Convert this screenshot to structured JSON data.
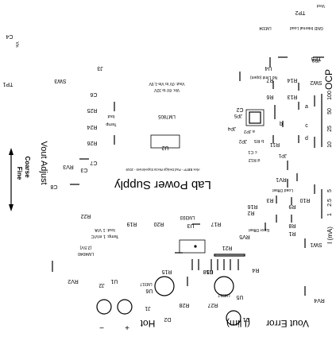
{
  "board": {
    "title": "Lab Power Supply",
    "subtitle": "Alex BBTP - Pad Design Recto Experiment - 2019",
    "vin_note": "Vin: 6V to 32V",
    "vout_note": "Vout: 0V to Vin-1.9V",
    "vout_adjust": "Vout Adjust",
    "coarse": "Coarse",
    "fine": "Fine",
    "vout_error": "Vout Error",
    "i_lim": "(I lim)",
    "hot": "Hot",
    "ocp": "OCP",
    "ma_label": "I (mA)",
    "current_steps": [
      "1",
      "2.5",
      "5",
      "10",
      "25",
      "50",
      "100"
    ],
    "lm7805_label": "LM7805",
    "lm393_label": "LM393",
    "temp_note": "Temp: 1 mV/C",
    "iout_note": "Iout: 1 V/A",
    "lm4040_label": "LM4040",
    "lm4040_value": "(2.5V)",
    "load_offset": "Load Offset",
    "error_offset": "Error Offset",
    "limit_note": "No Limit (open)",
    "gnd_internal": "GND Internal Load",
    "lm334_label": "LM334",
    "vout_top": "Vout",
    "vin_label": "Vin",
    "temp_label": "Temp",
    "iout_label": "Iout",
    "jp_labels": [
      "JP1",
      "JP2",
      "JP3",
      "JP4",
      "JP5"
    ],
    "ab_letters": [
      "a",
      "b",
      "c",
      "d"
    ],
    "jumper_ab": [
      "a JP2",
      "b RS",
      "c C1",
      "d R12"
    ],
    "refs": {
      "TP1": "TP1",
      "TP2": "TP2",
      "TP5": "TP5",
      "SW1": "SW1",
      "SW2": "SW2",
      "SW3": "SW3",
      "C2": "C2",
      "C3": "C3",
      "C4": "C4",
      "C6": "C6",
      "C7": "C7",
      "C8": "C8",
      "J1": "J1",
      "J2": "J2",
      "J3": "J3",
      "U1": "U1",
      "U2": "U2",
      "U3": "U3",
      "U4": "U4",
      "U5": "U5",
      "U6": "U6",
      "D1": "D1",
      "D2": "D2",
      "R1": "R1",
      "R2": "R2",
      "R3": "R3",
      "R4": "R4",
      "R6": "R6",
      "R7": "R7",
      "R8": "R8",
      "R9": "R9",
      "R10": "R10",
      "R11": "R11",
      "R13": "R13",
      "R14": "R14",
      "R15": "R15",
      "R16": "R16",
      "R17": "R17",
      "R18": "R18",
      "R19": "R19",
      "R20": "R20",
      "R21": "R21",
      "R22": "R22",
      "R24": "R24",
      "R25": "R25",
      "R26": "R26",
      "R27": "R27",
      "R28": "R28",
      "RV1": "RV1",
      "RV2": "RV2",
      "RV3": "RV3",
      "RV4": "RV4",
      "RV5": "RV5",
      "C5": "C5",
      "LM317_1": "LM317",
      "LM317_2": "LM317"
    },
    "minus": "−",
    "plus": "+"
  }
}
